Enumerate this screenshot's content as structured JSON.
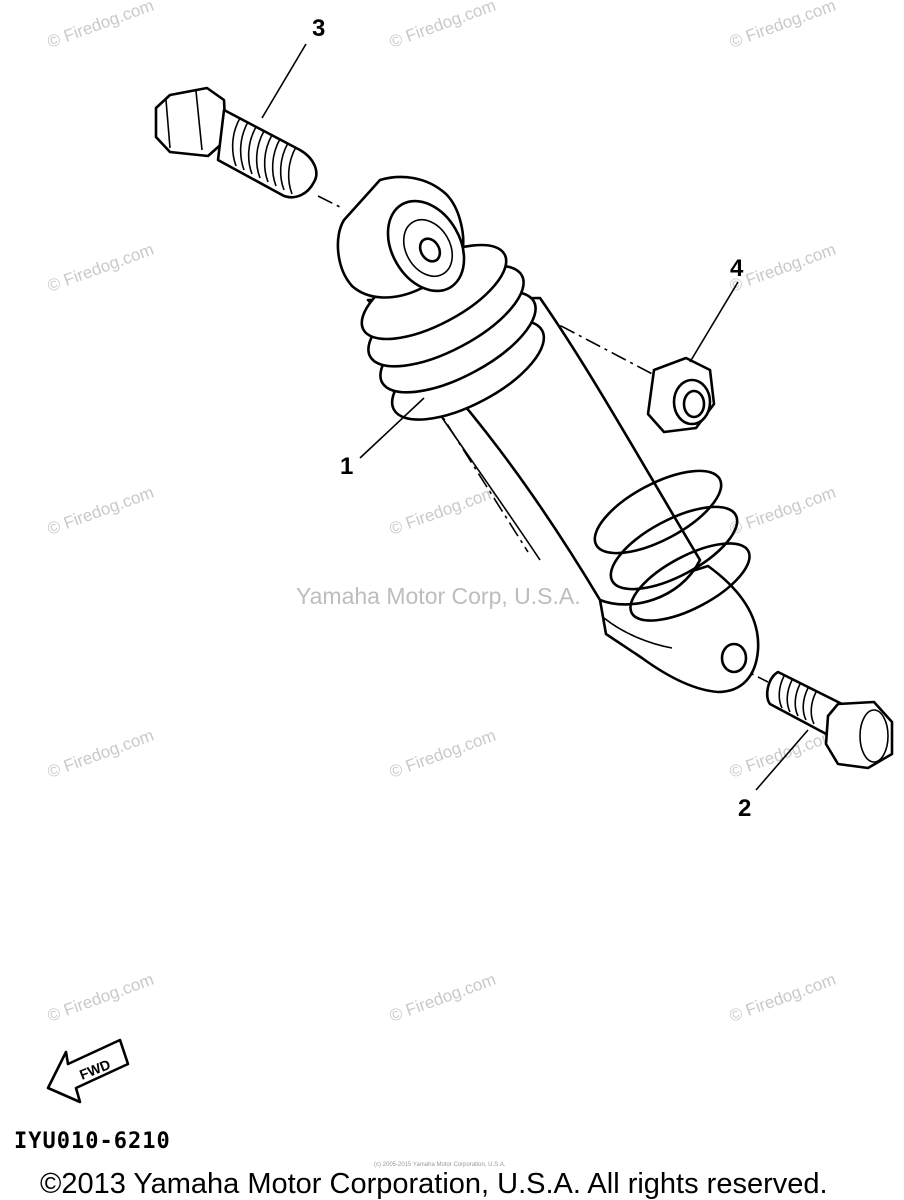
{
  "callouts": {
    "part_1": "1",
    "part_2": "2",
    "part_3": "3",
    "part_4": "4"
  },
  "watermark": {
    "text": "© Firedog.com"
  },
  "credit_center": "Yamaha Motor Corp, U.S.A.",
  "fine_print": "(c) 2005-2015 Yamaha Motor Corporation, U.S.A.",
  "fwd_label": "FWD",
  "diagram_code": "IYU010-6210",
  "copyright": "©2013 Yamaha Motor Corporation, U.S.A. All rights reserved.",
  "colors": {
    "ink": "#000000",
    "watermark": "#c9c9c9",
    "background": "#ffffff"
  },
  "icons": [
    "fwd-arrow-icon"
  ]
}
